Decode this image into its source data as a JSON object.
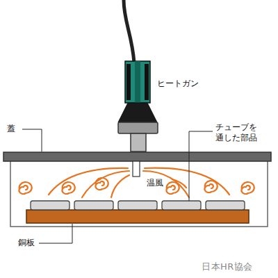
{
  "diagram": {
    "labels": [
      "ヒートガン",
      "蓋",
      "チューブを 通した部品",
      "温風",
      "銅板",
      "日本HR協会"
    ]
  }
}
